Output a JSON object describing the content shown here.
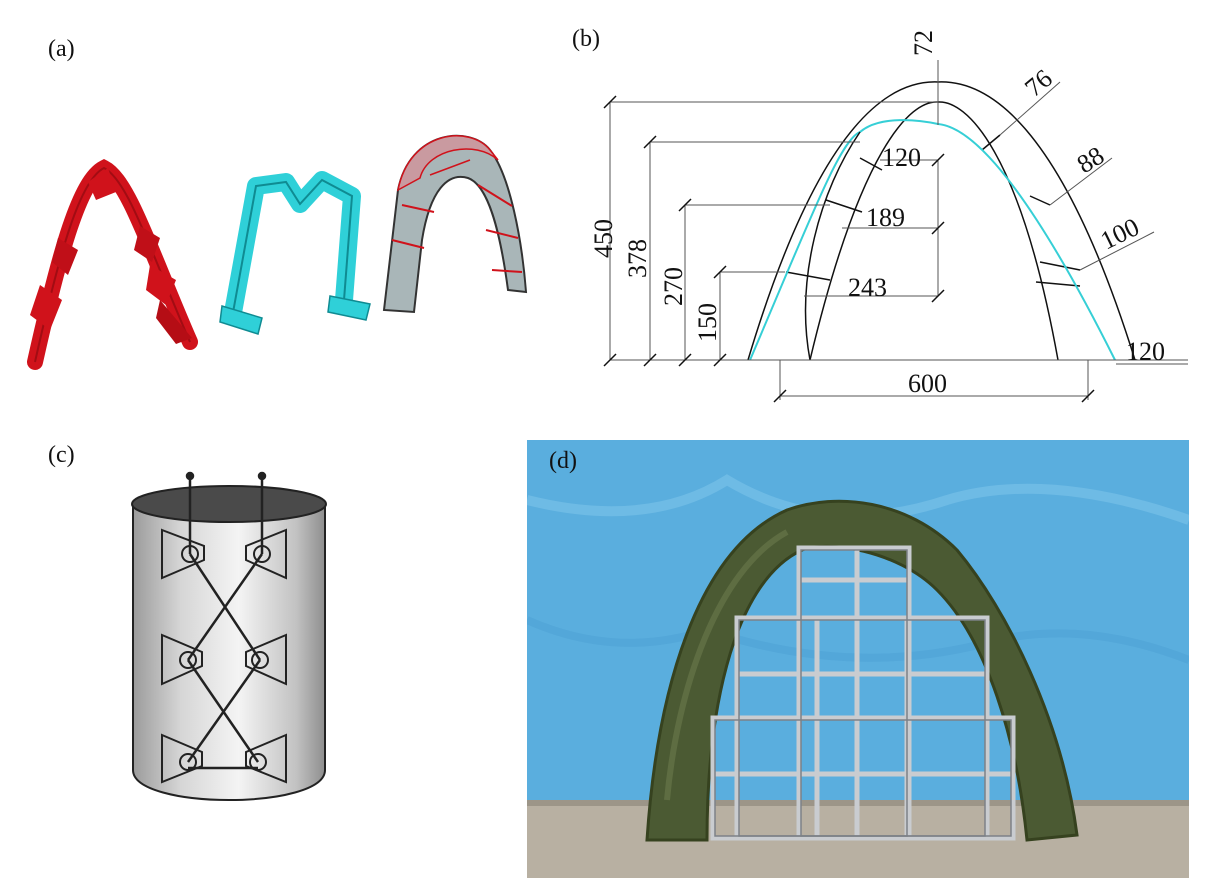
{
  "panels": {
    "a": {
      "label": "(a)"
    },
    "b": {
      "label": "(b)",
      "dimensions": {
        "top_thickness": "72",
        "thick_1": "76",
        "thick_2": "88",
        "thick_3": "100",
        "thick_4": "120",
        "width_1": "120",
        "width_2": "189",
        "width_3": "243",
        "base_width": "600",
        "height_total": "450",
        "height_2": "378",
        "height_3": "270",
        "height_4": "150"
      }
    },
    "c": {
      "label": "(c)"
    },
    "d": {
      "label": "(d)"
    }
  },
  "colors": {
    "red_model": "#d0121b",
    "cyan_model": "#2fd0d8",
    "cyan_line": "#36cfd6",
    "blue_backdrop": "#5aaede",
    "green_bag": "#4b5a33"
  }
}
